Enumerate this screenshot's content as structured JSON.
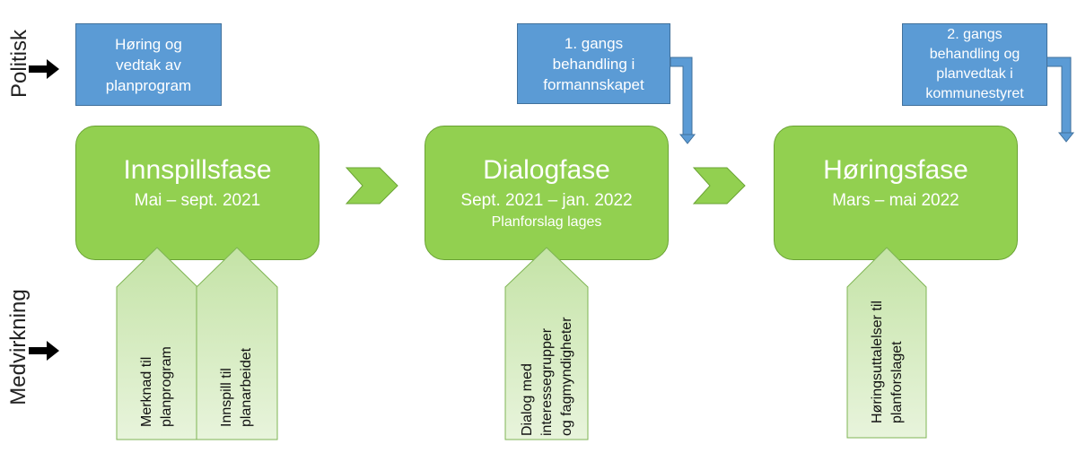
{
  "rows": {
    "politisk": "Politisk",
    "medvirkning": "Medvirkning"
  },
  "political_boxes": [
    {
      "text": "Høring og\nvedtak av\nplanprogram"
    },
    {
      "text": "1. gangs\nbehandling i\nformannskapet"
    },
    {
      "text": "2. gangs\nbehandling og\nplanvedtak i\nkommunestyret"
    }
  ],
  "phases": [
    {
      "title": "Innspillsfase",
      "date": "Mai – sept. 2021",
      "sub": ""
    },
    {
      "title": "Dialogfase",
      "date": "Sept. 2021 – jan. 2022",
      "sub": "Planforslag lages"
    },
    {
      "title": "Høringsfase",
      "date": "Mars – mai 2022",
      "sub": ""
    }
  ],
  "inputs": [
    {
      "text": "Merknad til\nplanprogram"
    },
    {
      "text": "Innspill til\nplanarbeidet"
    },
    {
      "text": "Dialog med\ninteressegrupper\nog fagmyndigheter"
    },
    {
      "text": "Høringsuttalelser til\nplanforslaget"
    }
  ],
  "colors": {
    "green": "#92d050",
    "green_border": "#6aa334",
    "blue": "#5b9bd5",
    "blue_border": "#41719c",
    "arrow": "#000000"
  }
}
